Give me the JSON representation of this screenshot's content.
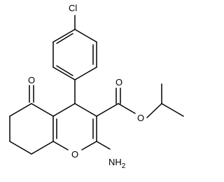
{
  "diagram": {
    "type": "chemical-structure",
    "atom_labels": {
      "chlorine": "Cl",
      "ketone_oxygen": "O",
      "carbonyl_oxygen": "O",
      "ester_oxygen": "O",
      "ring_oxygen": "O",
      "amino_nitrogen": "NH",
      "amino_subscript": "2"
    },
    "colors": {
      "bond": "#000000",
      "label": "#000000",
      "background": "#ffffff"
    }
  }
}
